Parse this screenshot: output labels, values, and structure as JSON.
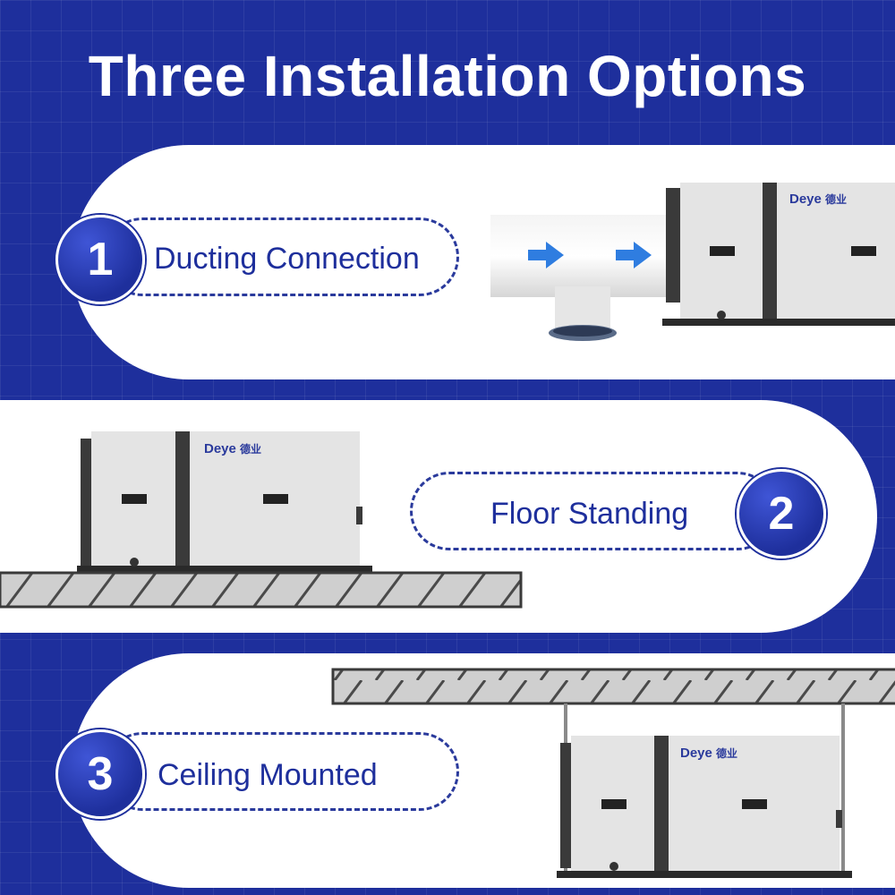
{
  "title": "Three Installation Options",
  "brand": "Deye",
  "brand_cn": "德业",
  "options": [
    {
      "number": "1",
      "label": "Ducting Connection"
    },
    {
      "number": "2",
      "label": "Floor Standing"
    },
    {
      "number": "3",
      "label": "Ceiling Mounted"
    }
  ],
  "colors": {
    "accent": "#1e2f9c",
    "arrow": "#2f7de0",
    "unit_body": "#e4e4e4",
    "unit_dark": "#3a3a3a"
  }
}
